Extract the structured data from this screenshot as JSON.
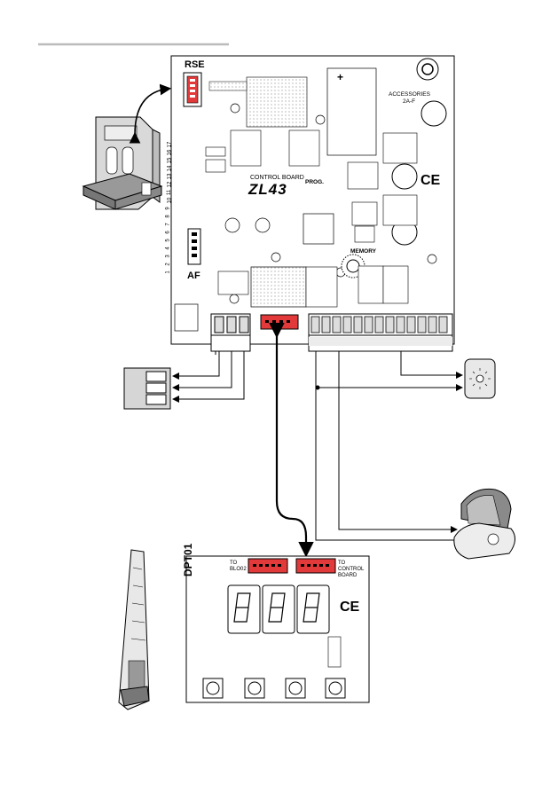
{
  "main_board": {
    "model": "ZL43",
    "title": "CONTROL BOARD",
    "rse_label": "RSE",
    "af_label": "AF",
    "prog_label": "PROG.",
    "memory_label": "MEMORY",
    "accessories_label": "ACCESSORIES",
    "fuse_label": "2A-F",
    "ce_mark": "CE",
    "terminal_numbers": [
      "1",
      "2",
      "3",
      "4",
      "5",
      "6",
      "7",
      "8",
      "9",
      "10",
      "11",
      "12",
      "13",
      "14",
      "15",
      "16",
      "17"
    ]
  },
  "display_board": {
    "model": "DPT01",
    "to_blo02": "TO\nBLO02",
    "to_control_board": "TO\nCONTROL\nBOARD",
    "ce_mark": "CE"
  }
}
